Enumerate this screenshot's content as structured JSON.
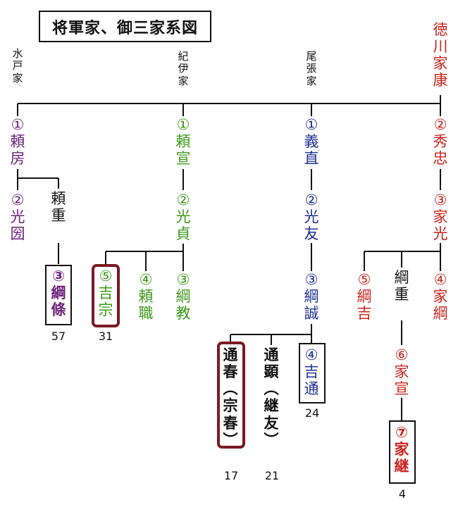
{
  "title": "将軍家、御三家系図",
  "houses": {
    "mito": "水戸家",
    "kii": "紀伊家",
    "owari": "尾張家"
  },
  "tokugawa": "徳川家康",
  "colors": {
    "mito": "#6b1f7a",
    "kii": "#3c9a1a",
    "owari": "#1f2f92",
    "shogun": "#c8231b",
    "neutral": "#111111",
    "highlight_box": "#7a1a22"
  },
  "people": {
    "yorifusa": "①頼房",
    "mitsukuni": "②光圀",
    "yorishige": "頼重",
    "tsunaeda": "③綱條",
    "yorinobu": "①頼宣",
    "mitsusada": "②光貞",
    "yoshimune": "⑤吉宗",
    "yorimoto": "④頼職",
    "tsunanori": "③綱教",
    "yoshinao": "①義直",
    "mitsutomo": "②光友",
    "tsunanari": "③綱誠",
    "michiharu": "通春（宗春）",
    "michiaki": "通顕（継友）",
    "yoshimichi": "④吉通",
    "hidetada": "②秀忠",
    "iemitsu": "③家光",
    "tsunayoshi": "⑤綱吉",
    "tsunashige": "綱重",
    "ietsuna": "④家綱",
    "ienobu": "⑥家宣",
    "ietsugu": "⑦家継"
  },
  "numbers": {
    "tsunaeda": "57",
    "yoshimune": "31",
    "yoshimichi": "24",
    "michiharu": "17",
    "michiaki": "21",
    "ietsugu": "4"
  }
}
